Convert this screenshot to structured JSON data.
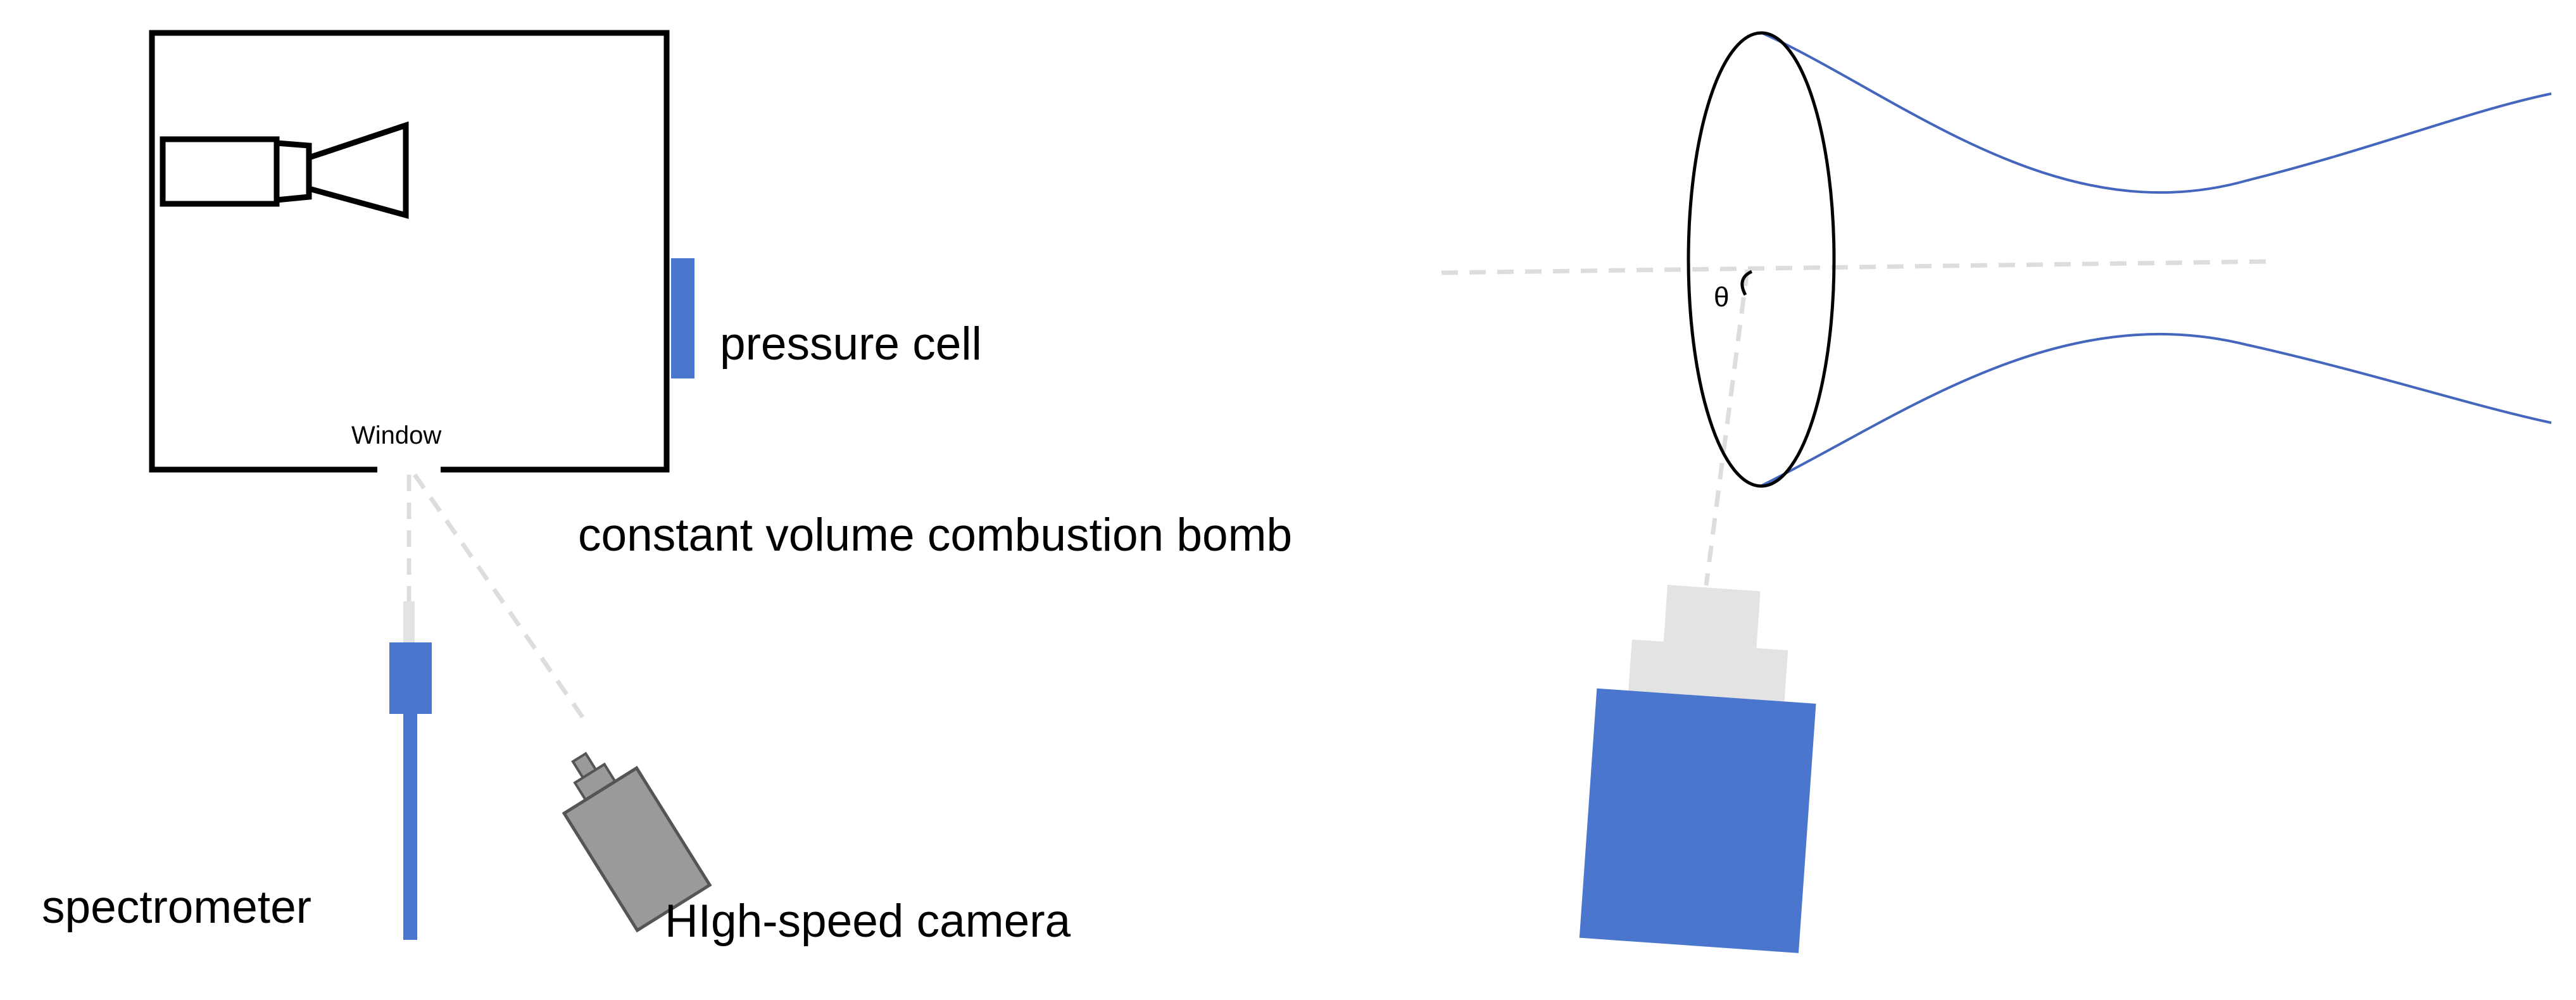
{
  "labels": {
    "pressure_cell": "pressure cell",
    "window": "Window",
    "combustion_bomb": "constant volume combustion bomb",
    "spectrometer": "spectrometer",
    "high_speed_camera": "HIgh-speed camera",
    "angle": "θ"
  },
  "colors": {
    "blue": "#4a76cd",
    "spray_curve": "#4467bd",
    "outline": "#000000",
    "camera_body": "#9a9a9a",
    "lens_gray": "#e3e3e3",
    "dashed_line": "#dddddd"
  },
  "icons": {
    "injector": "injector-icon",
    "pressure_cell": "pressure-cell-icon",
    "spectrometer": "spectrometer-icon",
    "camera": "camera-icon"
  }
}
